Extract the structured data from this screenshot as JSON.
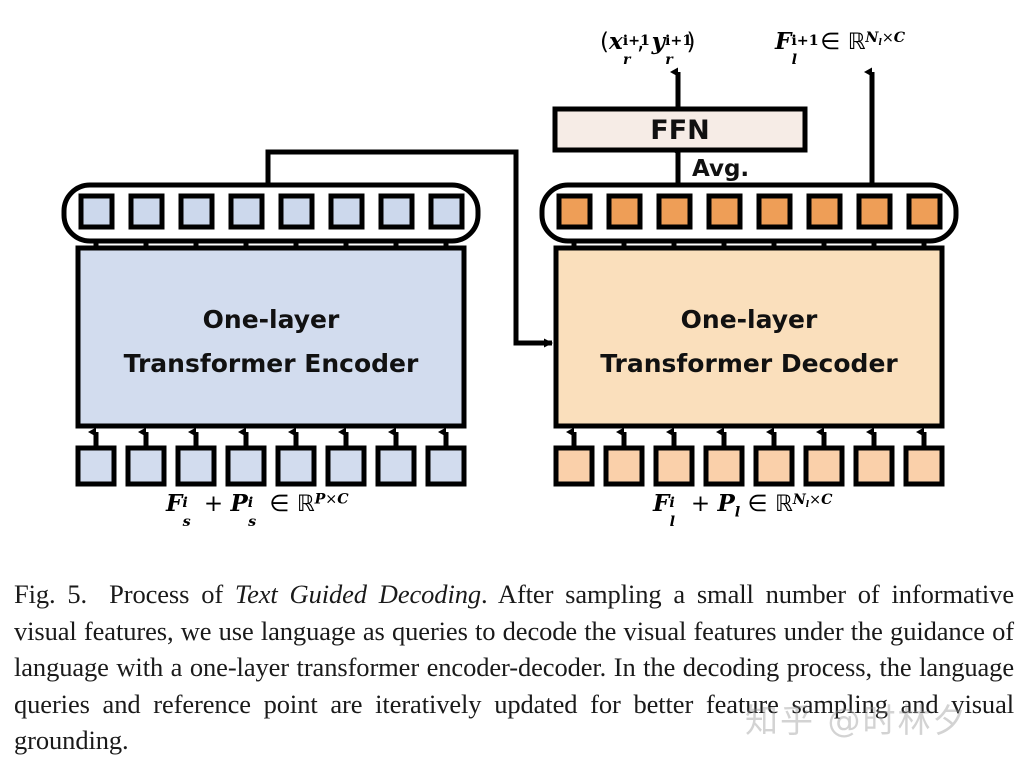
{
  "figure": {
    "id": "Fig. 5.",
    "encoder": {
      "title_line1": "One-layer",
      "title_line2": "Transformer Encoder",
      "fill": "#d2dcee",
      "token_fill": "#ccd8ec",
      "input_token_fill": "#d2dcee",
      "output_token_count": 8,
      "input_token_count": 8,
      "input_formula": {
        "plain": "F_s^i + P_s^i ∈ R^{P×C}",
        "F": "F",
        "F_sub": "s",
        "F_sup": "i",
        "plus": "+",
        "P": "P",
        "P_sub": "s",
        "P_sup": "i",
        "in": "∈",
        "set": "ℝ",
        "set_sup": "P×C"
      }
    },
    "decoder": {
      "title_line1": "One-layer",
      "title_line2": "Transformer Decoder",
      "fill": "#fadfbc",
      "token_fill": "#ee9e57",
      "input_token_fill": "#fad0aa",
      "output_token_count": 8,
      "input_token_count": 8,
      "input_formula": {
        "plain": "F_l^i + P_l ∈ R^{N_l×C}",
        "F": "F",
        "F_sub": "l",
        "F_sup": "i",
        "plus": "+",
        "P": "P",
        "P_sub": "l",
        "in": "∈",
        "set": "ℝ",
        "set_sup": "N_l×C"
      }
    },
    "ffn": {
      "label": "FFN",
      "fill": "#f6ece6"
    },
    "avg_label": "Avg.",
    "outputs": {
      "reference_point": {
        "plain": "(x_r^{i+1}, y_r^{i+1})",
        "open": "(",
        "x": "x",
        "x_sub": "r",
        "x_sup": "i+1",
        "comma": ",",
        "y": "y",
        "y_sub": "r",
        "y_sup": "i+1",
        "close": ")"
      },
      "language_feature": {
        "plain": "F_l^{i+1} ∈ R^{N_l×C}",
        "F": "F",
        "F_sub": "l",
        "F_sup": "i+1",
        "in": "∈",
        "set": "ℝ",
        "set_sup": "N_l×C"
      }
    },
    "colors": {
      "stroke": "#000000",
      "page_background": "#ffffff",
      "encoder_fill": "#d2dcee",
      "encoder_token": "#ccd8ec",
      "decoder_fill": "#fadfbc",
      "decoder_token": "#ee9e57",
      "decoder_input_token": "#fad0aa",
      "ffn_fill": "#f6ece6"
    }
  },
  "caption": {
    "prefix": "Fig. 5.",
    "segment_1": "Process of ",
    "emphasis": "Text Guided Decoding",
    "segment_2": ". After sampling a small number of informative visual features, we use language as queries to decode the visual features under the guidance of language with a one-layer transformer encoder-decoder. In the decoding process, the language queries and reference point are iteratively updated for better feature sampling and visual grounding.",
    "full_text": "Fig. 5.  Process of Text Guided Decoding. After sampling a small number of informative visual features, we use language as queries to decode the visual features under the guidance of language with a one-layer transformer encoder-decoder. In the decoding process, the language queries and reference point are iteratively updated for better feature sampling and visual grounding."
  },
  "watermark": {
    "text": "知乎 @时林夕"
  }
}
